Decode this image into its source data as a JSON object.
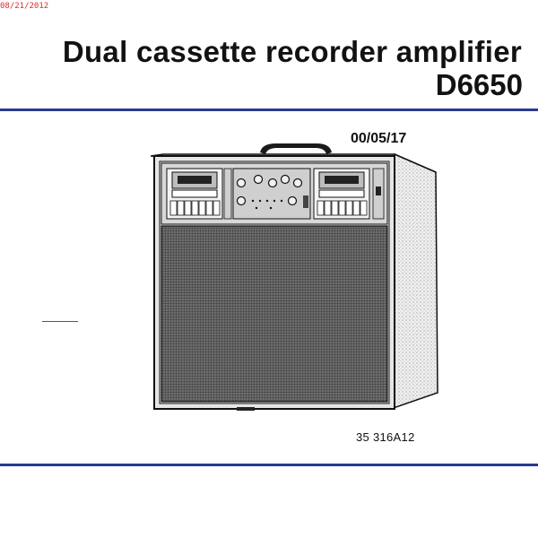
{
  "scan_stamp": "08/21/2012",
  "header": {
    "title": "Dual cassette recorder amplifier",
    "model": "D6650"
  },
  "document": {
    "date": "00/05/17",
    "reference": "35 316A12"
  },
  "colors": {
    "rule": "#2b3a8e",
    "stamp": "#e0282d",
    "text": "#111111"
  }
}
